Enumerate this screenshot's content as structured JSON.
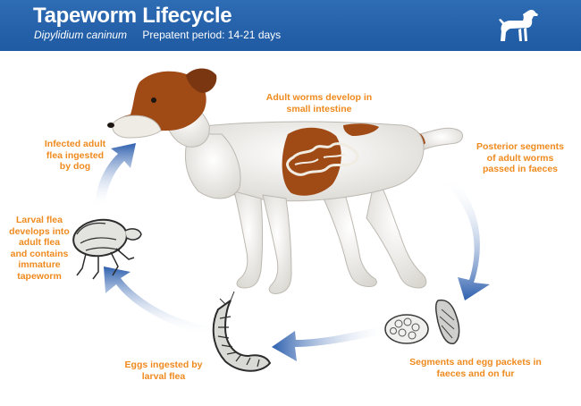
{
  "header": {
    "title": "Tapeworm Lifecycle",
    "species": "Dipylidium caninum",
    "prepatent": "Prepatent period: 14-21 days",
    "header_icon": "dog-silhouette-icon"
  },
  "stages": {
    "adult_worms": "Adult worms develop in\nsmall intestine",
    "posterior_segments": "Posterior segments\nof adult worms\npassed in faeces",
    "segments_eggs": "Segments and egg packets in\nfaeces and on fur",
    "eggs_ingested": "Eggs ingested by\nlarval flea",
    "larval_flea": "Larval flea\ndevelops into\nadult flea\nand contains\nimmature\ntapeworm",
    "infected_flea": "Infected adult\nflea ingested\nby dog"
  },
  "colors": {
    "header_blue": "#1f5aa3",
    "label_orange": "#ef8a1e",
    "arrow_blue": "#2d5fae"
  }
}
